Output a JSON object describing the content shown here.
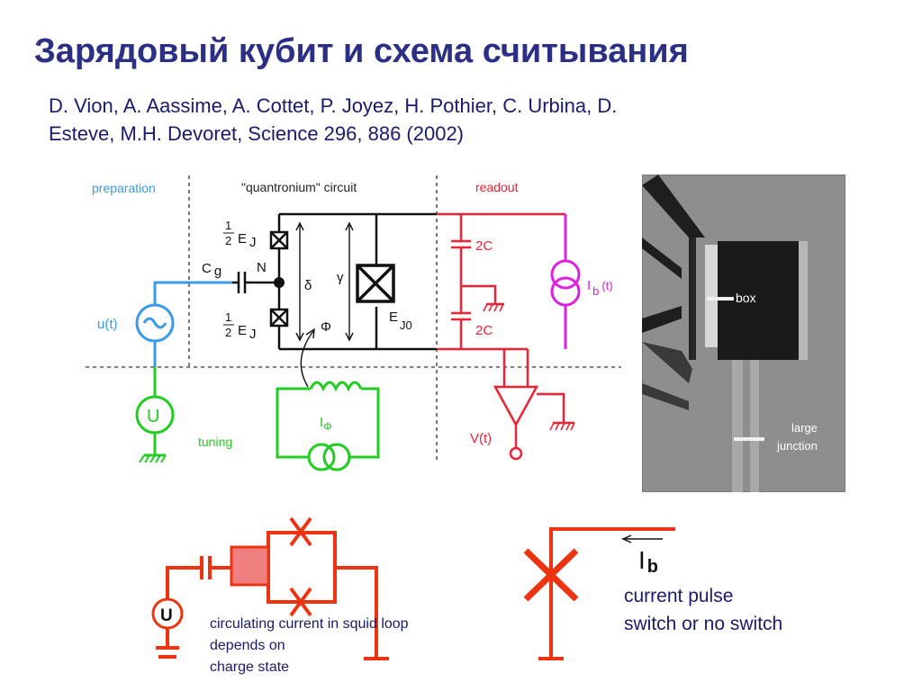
{
  "slide": {
    "title": "Зарядовый кубит и схема считывания",
    "citation_line1": "D. Vion, A. Aassime, A. Cottet, P. Joyez, H. Pothier, C. Urbina, D.",
    "citation_line2": "Esteve, M.H. Devoret, Science 296, 886 (2002)"
  },
  "circuit": {
    "sections": {
      "preparation": "preparation",
      "quantronium": "\"quantronium\" circuit",
      "readout": "readout",
      "tuning": "tuning"
    },
    "labels": {
      "half": "1",
      "half_den": "2",
      "ej_top": "E",
      "ej_top_sub": "J",
      "ej_bottom": "E",
      "ej_bottom_sub": "J",
      "cg": "C",
      "cg_sub": "g",
      "node": "N",
      "delta": "δ",
      "gamma": "γ",
      "phi": "Φ",
      "ej0": "E",
      "ej0_sub": "J0",
      "u_t": "u(t)",
      "u": "U",
      "two_c_top": "2C",
      "two_c_bottom": "2C",
      "ib": "I",
      "ib_sub": "b",
      "ib_t": "(t)",
      "iphi": "I",
      "iphi_sub": "Φ",
      "v_t": "V(t)"
    }
  },
  "micrograph": {
    "box_label": "box",
    "junction_label_1": "large",
    "junction_label_2": "junction"
  },
  "simplified": {
    "u_label": "U",
    "caption_line1": "circulating current  in squid loop",
    "caption_line2": "depends on",
    "caption_line3": "charge state"
  },
  "switch": {
    "ib": "I",
    "ib_sub": "b",
    "text_line1": "current pulse",
    "text_line2": "switch or no switch"
  },
  "colors": {
    "title": "#2b2f86",
    "preparation": "#3a9ae8",
    "readout": "#ee2233",
    "tuning": "#22cc22",
    "bias": "#e020e0",
    "junction": "#ee3311",
    "island": "#f08080"
  }
}
